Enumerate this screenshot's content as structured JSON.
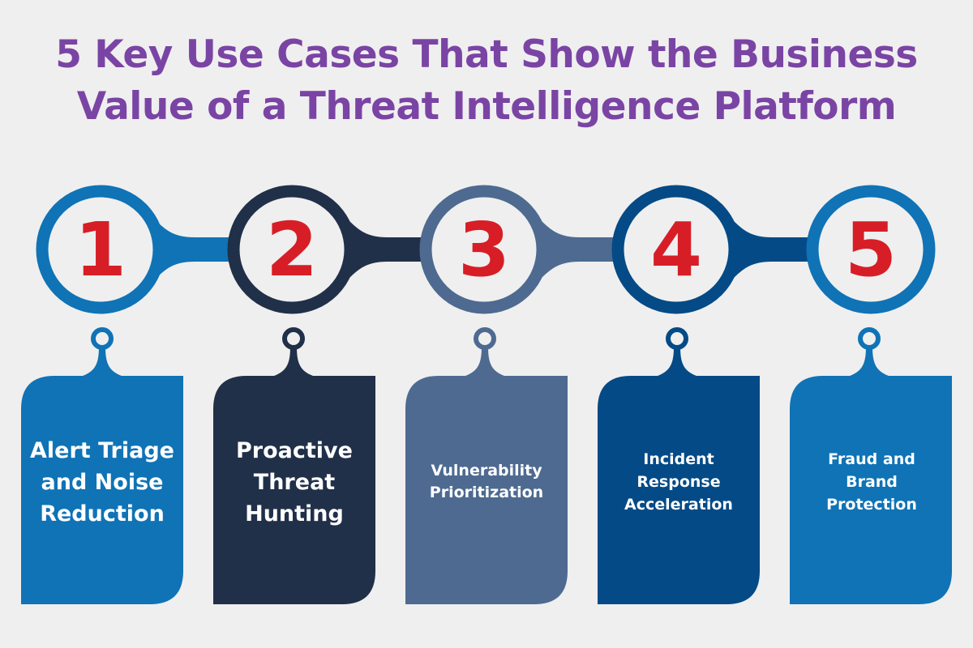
{
  "title": {
    "line1": "5 Key Use Cases That Show the Business",
    "line2": "Value of a Threat Intelligence Platform",
    "color": "#7a44a4"
  },
  "number_color": "#d71e26",
  "background": "#efefef",
  "steps": [
    {
      "number": "1",
      "label": "Alert Triage and Noise Reduction",
      "color": "#0f73b6",
      "icon": "numbered-ring-icon"
    },
    {
      "number": "2",
      "label": "Proactive Threat Hunting",
      "color": "#213049",
      "icon": "numbered-ring-icon"
    },
    {
      "number": "3",
      "label": "Vulnerability Prioritization",
      "color": "#4e6a90",
      "icon": "numbered-ring-icon"
    },
    {
      "number": "4",
      "label": "Incident Response Acceleration",
      "color": "#044a86",
      "icon": "numbered-ring-icon"
    },
    {
      "number": "5",
      "label": "Fraud and Brand Protection",
      "color": "#0f73b6",
      "icon": "numbered-ring-icon"
    }
  ]
}
